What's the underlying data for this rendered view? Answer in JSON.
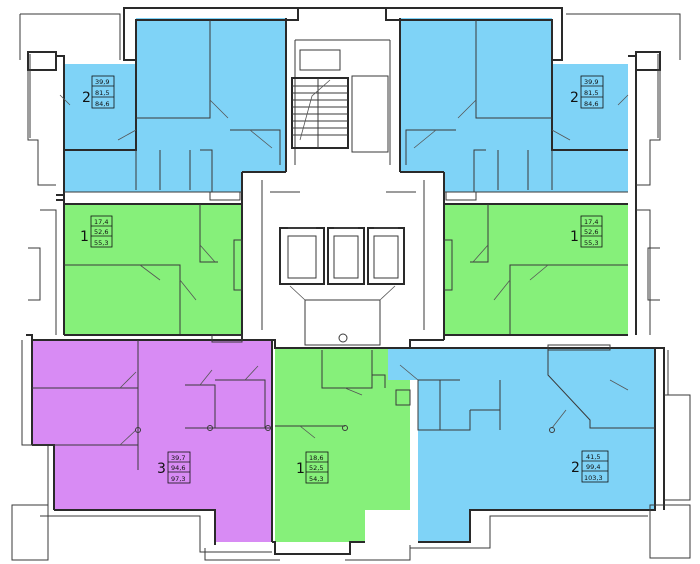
{
  "colors": {
    "blue": "#7fd3f7",
    "green": "#86f07a",
    "purple": "#d88bf4",
    "wall": "#2a2a2a",
    "background": "#ffffff"
  },
  "apartments": [
    {
      "id": "tl",
      "color": "blue",
      "rooms": "2",
      "areas": [
        "39,9",
        "81,5",
        "84,6"
      ]
    },
    {
      "id": "tr",
      "color": "blue",
      "rooms": "2",
      "areas": [
        "39,9",
        "81,5",
        "84,6"
      ]
    },
    {
      "id": "ml",
      "color": "green",
      "rooms": "1",
      "areas": [
        "17,4",
        "52,6",
        "55,3"
      ]
    },
    {
      "id": "mr",
      "color": "green",
      "rooms": "1",
      "areas": [
        "17,4",
        "52,6",
        "55,3"
      ]
    },
    {
      "id": "bl",
      "color": "purple",
      "rooms": "3",
      "areas": [
        "39,7",
        "94,6",
        "97,3"
      ]
    },
    {
      "id": "bc",
      "color": "green",
      "rooms": "1",
      "areas": [
        "18,6",
        "52,5",
        "54,3"
      ]
    },
    {
      "id": "br",
      "color": "blue",
      "rooms": "2",
      "areas": [
        "41,5",
        "99,4",
        "103,3"
      ]
    }
  ]
}
